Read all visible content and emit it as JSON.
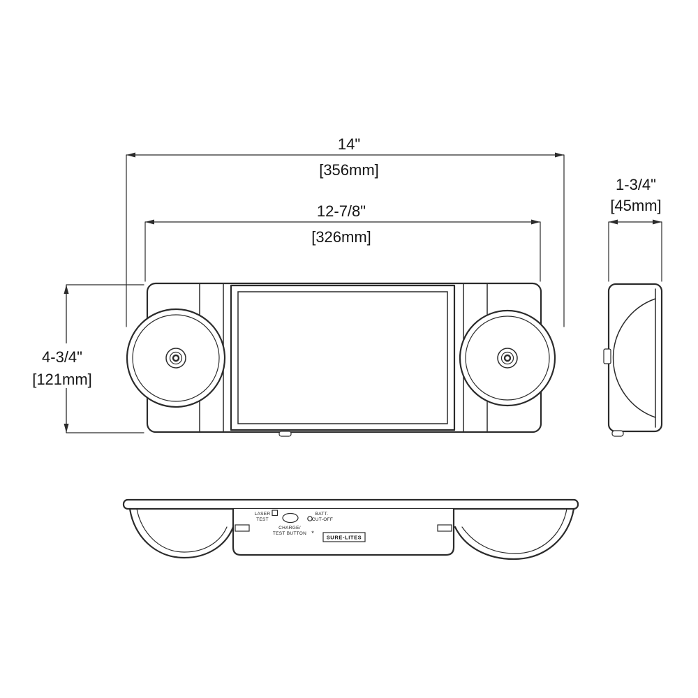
{
  "dims": {
    "overall_width": {
      "inches": "14\"",
      "mm": "[356mm]"
    },
    "body_width": {
      "inches": "12-7/8\"",
      "mm": "[326mm]"
    },
    "height": {
      "inches": "4-3/4\"",
      "mm": "[121mm]"
    },
    "depth": {
      "inches": "1-3/4\"",
      "mm": "[45mm]"
    }
  },
  "bottom_view": {
    "laser_test_line1": "LASER",
    "laser_test_line2": "TEST",
    "charge_line1": "CHARGE/",
    "charge_line2": "TEST BUTTON",
    "batt_line1": "BATT.",
    "batt_line2": "CUT-OFF",
    "footnote_marker": "*",
    "brand": "SURE-LITES"
  },
  "colors": {
    "line": "#2b2b2b",
    "text": "#151515",
    "background": "#ffffff"
  }
}
